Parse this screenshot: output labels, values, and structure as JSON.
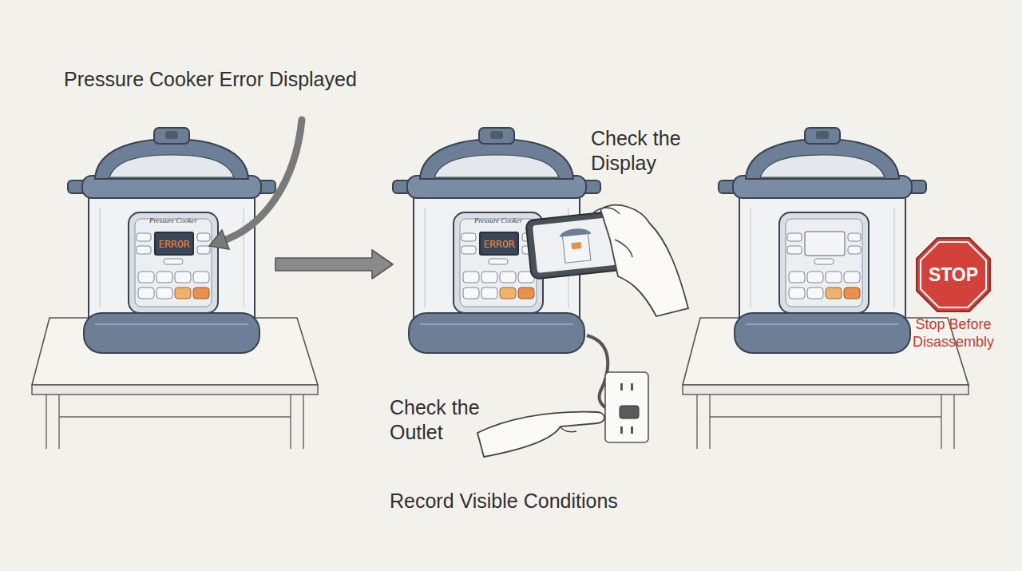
{
  "diagram": {
    "nodes": [
      {
        "text": [
          "Pressure Cooker"
        ]
      },
      {
        "text": [
          "ERROR"
        ],
        "in": 0
      },
      {
        "text": [
          "Pressure Cooker"
        ]
      },
      {
        "text": [
          "ERROR"
        ],
        "in": 2
      },
      {
        "text": [
          "STOP",
          "Stop Before Disassembly"
        ]
      }
    ],
    "edges": [
      {
        "from": 0,
        "to": 2,
        "arrow": "to"
      }
    ],
    "labels": [
      "Pressure Cooker Error Displayed",
      "Check the Display",
      "Check the Outlet",
      "Record Visible Conditions"
    ]
  }
}
